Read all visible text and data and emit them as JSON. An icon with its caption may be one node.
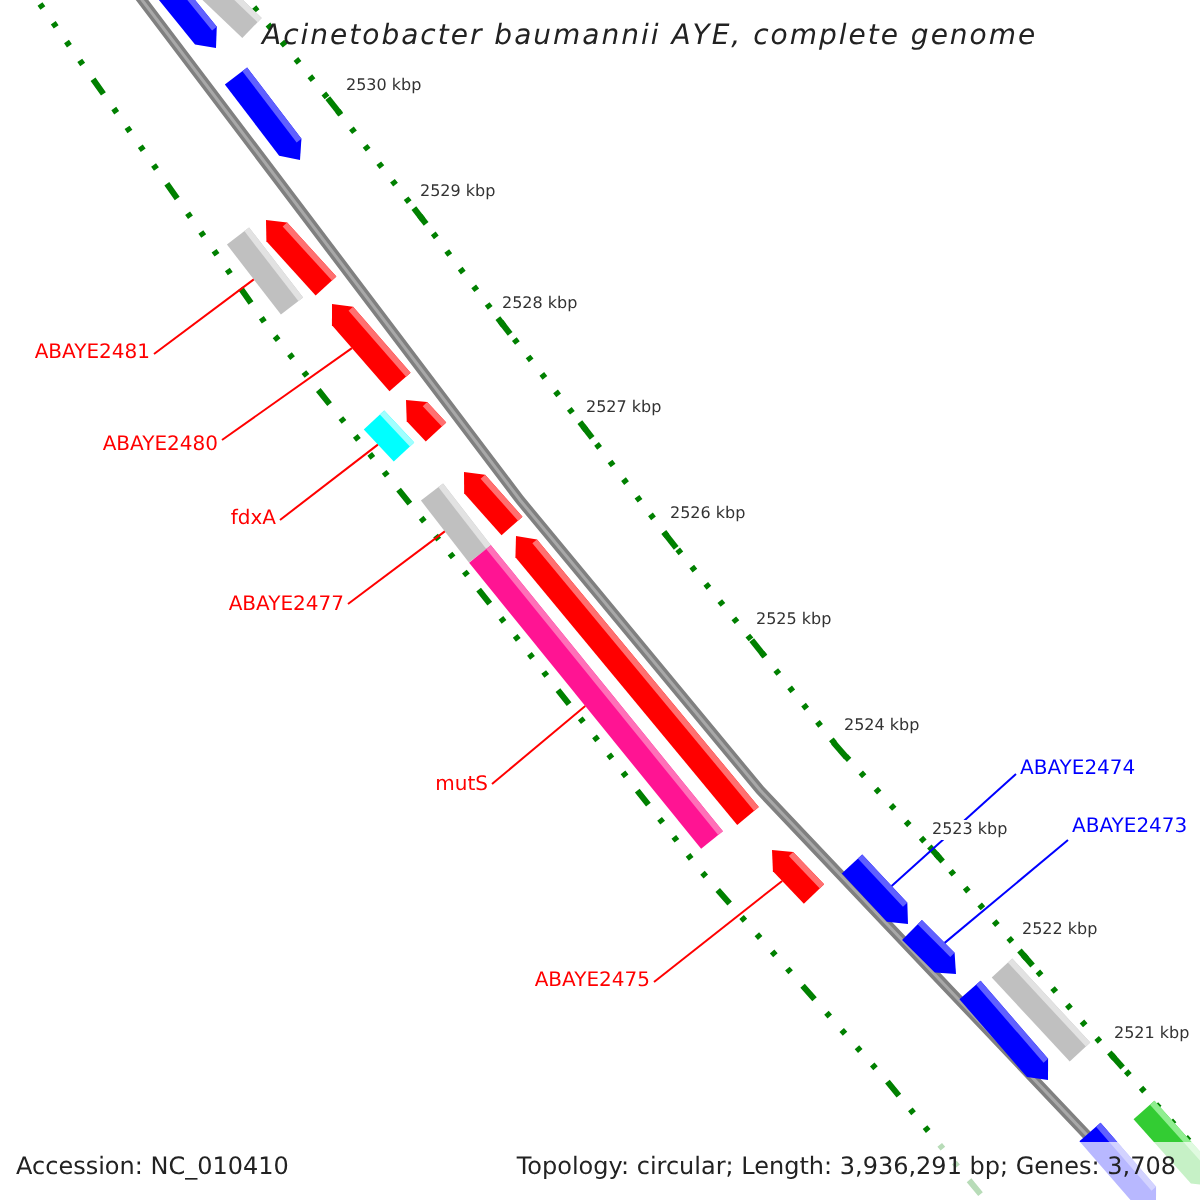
{
  "diagram": {
    "title": "Acinetobacter baumannii AYE, complete genome",
    "nodes": [
      {
        "text": [
          "ABAYE2481"
        ]
      },
      {
        "text": [
          "ABAYE2480"
        ]
      },
      {
        "text": [
          "fdxA"
        ]
      },
      {
        "text": [
          "ABAYE2477"
        ]
      },
      {
        "text": [
          "mutS"
        ]
      },
      {
        "text": [
          "ABAYE2475"
        ]
      },
      {
        "text": [
          "ABAYE2474"
        ]
      },
      {
        "text": [
          "ABAYE2473"
        ]
      },
      {
        "text": [],
        "shape": "bar"
      },
      {
        "text": [],
        "shape": "bar"
      },
      {
        "text": [],
        "shape": "bar"
      },
      {
        "text": [],
        "shape": "bar"
      },
      {
        "text": [],
        "shape": "bar"
      },
      {
        "text": [],
        "shape": "bar"
      },
      {
        "text": [],
        "shape": "bar"
      },
      {
        "text": [],
        "shape": "bar"
      },
      {
        "text": [],
        "shape": "bar"
      },
      {
        "text": [],
        "shape": "bar"
      },
      {
        "text": [],
        "shape": "bar"
      },
      {
        "text": [],
        "shape": "bar"
      },
      {
        "text": [],
        "shape": "bar"
      },
      {
        "text": [],
        "shape": "bar"
      },
      {
        "text": [],
        "shape": "bar"
      },
      {
        "text": [],
        "shape": "bar"
      },
      {
        "text": [],
        "shape": "bar"
      },
      {
        "text": [],
        "shape": "bar"
      },
      {
        "text": [],
        "shape": "bar"
      }
    ],
    "edges": [
      {
        "from": 0,
        "to": 11,
        "arrow": "none"
      },
      {
        "from": 1,
        "to": 13,
        "arrow": "none"
      },
      {
        "from": 2,
        "to": 14,
        "arrow": "none"
      },
      {
        "from": 3,
        "to": 16,
        "arrow": "none"
      },
      {
        "from": 4,
        "to": 18,
        "arrow": "none"
      },
      {
        "from": 5,
        "to": 20,
        "arrow": "none"
      },
      {
        "from": 6,
        "to": 21,
        "arrow": "none",
        "color": "#0000ff"
      },
      {
        "from": 7,
        "to": 22,
        "arrow": "none",
        "color": "#0000ff"
      }
    ],
    "labels": [
      "2530 kbp",
      "2529 kbp",
      "2528 kbp",
      "2527 kbp",
      "2526 kbp",
      "2525 kbp",
      "2524 kbp",
      "2523 kbp",
      "2522 kbp",
      "2521 kbp",
      "Accession: NC_010410",
      "Topology: circular; Length: 3,936,291 bp; Genes: 3,708"
    ]
  }
}
